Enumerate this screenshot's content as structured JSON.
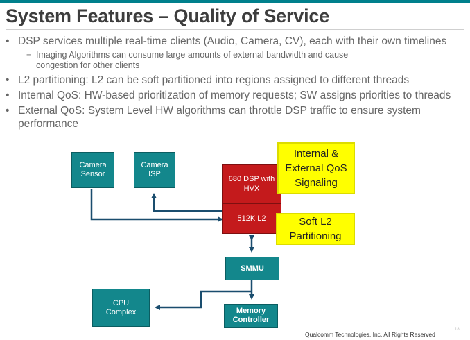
{
  "theme": {
    "accent": "#00808c",
    "teal_box": "#13878c",
    "red_box": "#c41a1c",
    "yellow_box": "#ffff00",
    "line": "#1a4d6e",
    "title_color": "#3d3d3d"
  },
  "slide": {
    "title": "System Features – Quality of Service",
    "bullet_glyph": "•",
    "sub_glyph": "−",
    "bullets": [
      "DSP services multiple real-time clients (Audio, Camera, CV), each with their own timelines",
      "L2 partitioning: L2 can be soft partitioned into regions assigned to different threads",
      "Internal QoS: HW-based prioritization of memory requests; SW assigns priorities to threads",
      "External QoS: System Level HW algorithms can throttle DSP traffic to ensure system performance"
    ],
    "sub_bullet": "Imaging Algorithms can consume large amounts of external bandwidth and cause congestion for other clients"
  },
  "diagram": {
    "camera_sensor": "Camera\nSensor",
    "camera_isp": "Camera\nISP",
    "dsp": "680 DSP with\nHVX",
    "l2": "512K L2",
    "smmu": "SMMU",
    "cpu": "CPU\nComplex",
    "memory": "Memory\nController",
    "qos_label": "Internal &\nExternal QoS\nSignaling",
    "l2_label": "Soft L2\nPartitioning"
  },
  "footer": {
    "copyright": "Qualcomm Technologies, Inc. All Rights Reserved",
    "page": "18"
  }
}
